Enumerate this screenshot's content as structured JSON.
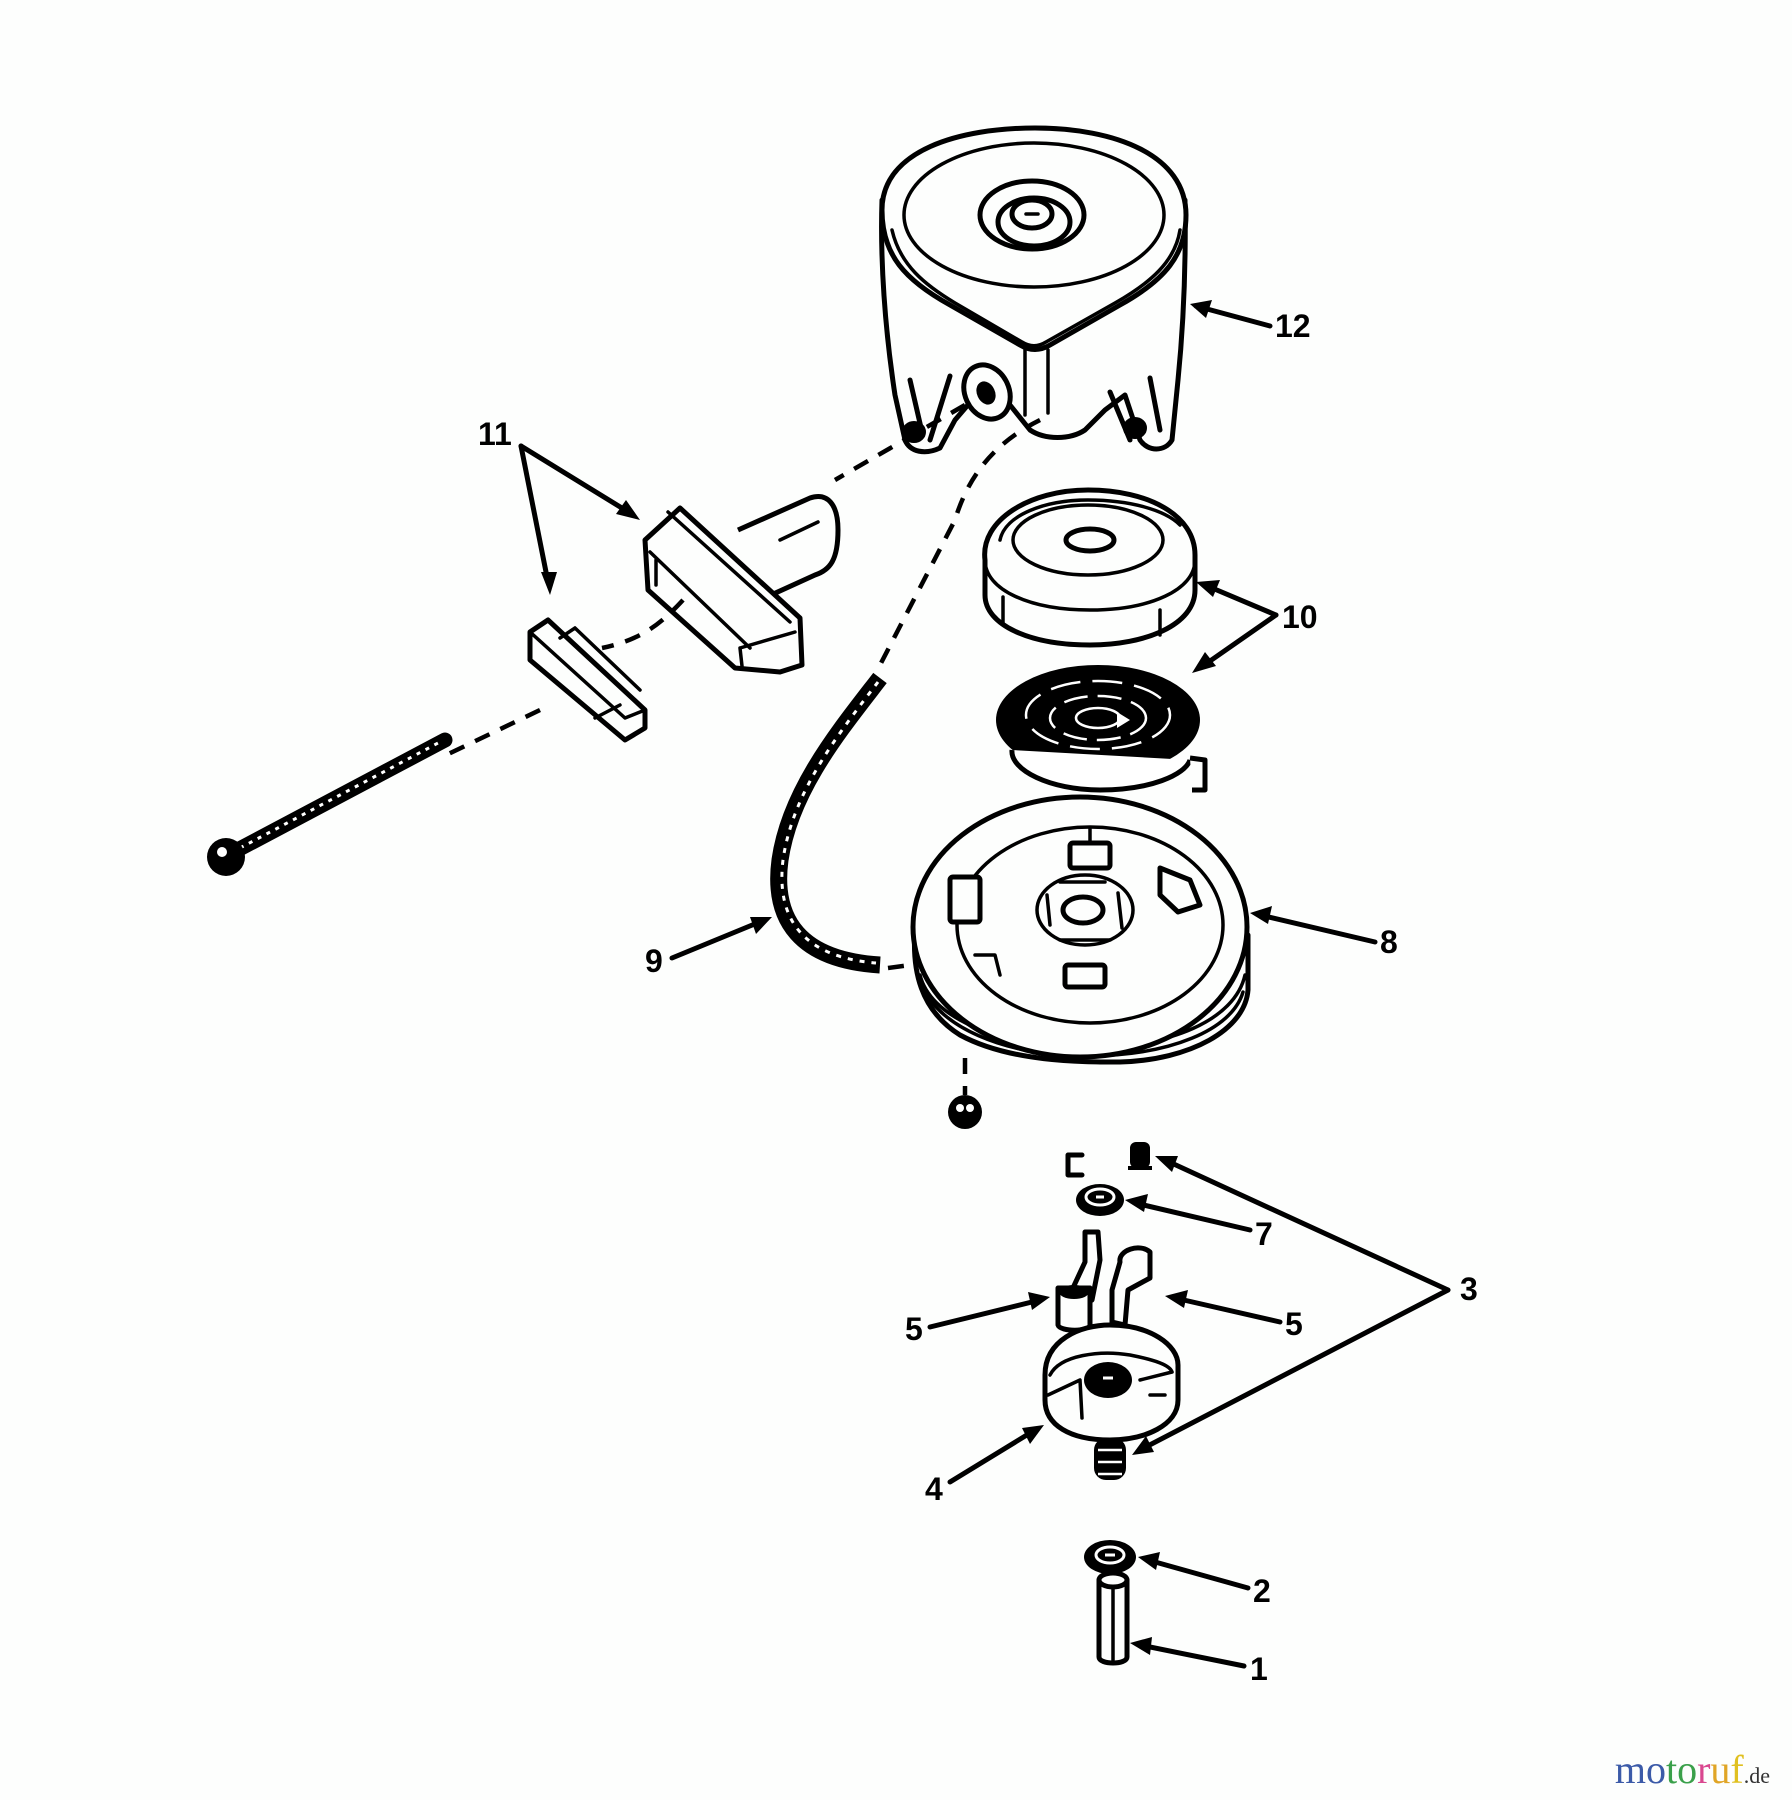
{
  "diagram": {
    "type": "exploded-parts-diagram",
    "subject": "recoil starter assembly",
    "background": "#fdfefd",
    "line_color": "#000000",
    "callouts": [
      {
        "id": "1",
        "label": "1",
        "part": "pin"
      },
      {
        "id": "2",
        "label": "2",
        "part": "washer"
      },
      {
        "id": "3",
        "label": "3",
        "part": "springs (3 arrows)"
      },
      {
        "id": "4",
        "label": "4",
        "part": "pawl cup / retainer"
      },
      {
        "id": "5a",
        "label": "5",
        "part": "pawl (left)"
      },
      {
        "id": "5b",
        "label": "5",
        "part": "pawl (right)"
      },
      {
        "id": "7",
        "label": "7",
        "part": "washer"
      },
      {
        "id": "8",
        "label": "8",
        "part": "pulley"
      },
      {
        "id": "9",
        "label": "9",
        "part": "starter rope"
      },
      {
        "id": "10",
        "label": "10",
        "part": "spring cover and recoil spring"
      },
      {
        "id": "11",
        "label": "11",
        "part": "handle and insert"
      },
      {
        "id": "12",
        "label": "12",
        "part": "starter housing"
      }
    ]
  },
  "watermark": {
    "letters": [
      {
        "ch": "m",
        "color": "#3b5aa8"
      },
      {
        "ch": "o",
        "color": "#3b5aa8"
      },
      {
        "ch": "t",
        "color": "#3aa04a"
      },
      {
        "ch": "o",
        "color": "#3aa04a"
      },
      {
        "ch": "r",
        "color": "#d9478f"
      },
      {
        "ch": "u",
        "color": "#e0a526"
      },
      {
        "ch": "f",
        "color": "#e0c020"
      }
    ],
    "suffix": ".de"
  }
}
